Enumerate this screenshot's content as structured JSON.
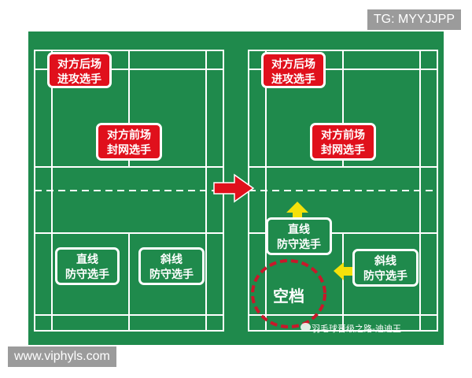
{
  "watermarks": {
    "top_right": "TG: MYYJJPP",
    "bottom_left": "www.viphyls.com",
    "bottom_court": "羽毛球晋级之路-迪迪王"
  },
  "left_court": {
    "opp_back": [
      "对方后场",
      "进攻选手"
    ],
    "opp_front": [
      "对方前场",
      "封网选手"
    ],
    "straight_def": [
      "直线",
      "防守选手"
    ],
    "cross_def": [
      "斜线",
      "防守选手"
    ]
  },
  "right_court": {
    "opp_back": [
      "对方后场",
      "进攻选手"
    ],
    "opp_front": [
      "对方前场",
      "封网选手"
    ],
    "straight_def": [
      "直线",
      "防守选手"
    ],
    "cross_def": [
      "斜线",
      "防守选手"
    ],
    "empty_zone": "空档"
  },
  "colors": {
    "court_green": "#1f8a4c",
    "red_box": "#e0101c",
    "arrow_red": "#e0101c",
    "arrow_yellow": "#f5e10a",
    "empty_circle": "#c8182a"
  }
}
